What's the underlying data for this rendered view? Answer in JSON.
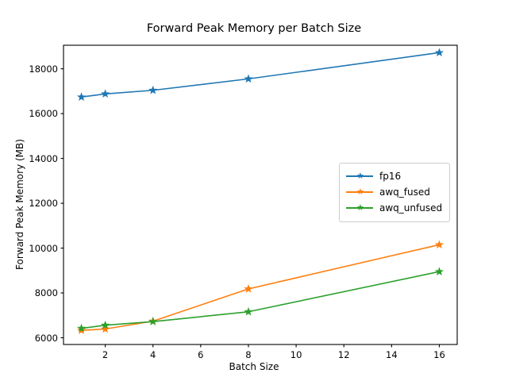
{
  "chart_data": {
    "type": "line",
    "title": "Forward Peak Memory per Batch Size",
    "xlabel": "Batch Size",
    "ylabel": "Forward Peak Memory (MB)",
    "x": [
      1,
      2,
      4,
      8,
      16
    ],
    "xlim": [
      0.25,
      16.75
    ],
    "ylim": [
      5700,
      19050
    ],
    "xticks": [
      2,
      4,
      6,
      8,
      10,
      12,
      14,
      16
    ],
    "xtick_labels": [
      "2",
      "4",
      "6",
      "8",
      "10",
      "12",
      "14",
      "16"
    ],
    "yticks": [
      6000,
      8000,
      10000,
      12000,
      14000,
      16000,
      18000
    ],
    "ytick_labels": [
      "6000",
      "8000",
      "10000",
      "12000",
      "14000",
      "16000",
      "18000"
    ],
    "grid": false,
    "legend_position": "center right",
    "marker": "star",
    "series": [
      {
        "name": "fp16",
        "color": "#1f77b4",
        "values": [
          16740,
          16880,
          17040,
          17550,
          18720
        ]
      },
      {
        "name": "awq_fused",
        "color": "#ff7f0e",
        "values": [
          6330,
          6390,
          6740,
          8180,
          10150
        ]
      },
      {
        "name": "awq_unfused",
        "color": "#2ca02c",
        "values": [
          6420,
          6560,
          6720,
          7160,
          8950
        ]
      }
    ]
  }
}
